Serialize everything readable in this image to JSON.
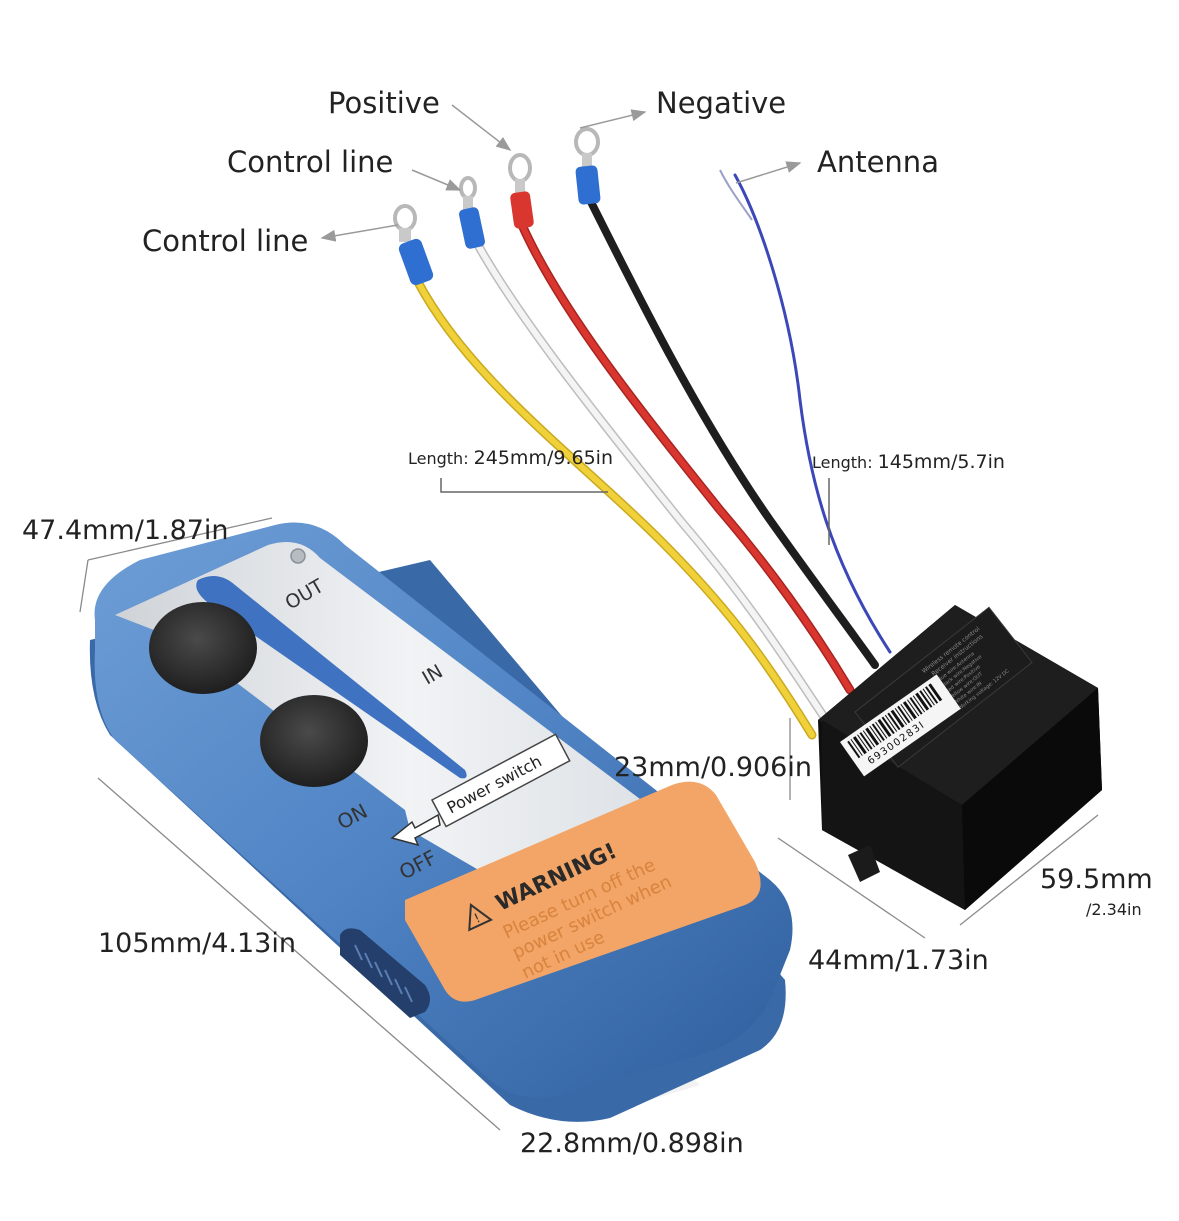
{
  "wire_labels": {
    "positive": "Positive",
    "negative": "Negative",
    "control_line_1": "Control line",
    "control_line_2": "Control line",
    "antenna": "Antenna"
  },
  "lengths": {
    "prefix": "Length:",
    "main_wires": "245mm/9.65in",
    "antenna_wire": "145mm/5.7in"
  },
  "dimensions": {
    "remote_width": "47.4mm/1.87in",
    "remote_length": "105mm/4.13in",
    "remote_thickness": "22.8mm/0.898in",
    "receiver_height": "23mm/0.906in",
    "receiver_length_mm": "59.5mm",
    "receiver_length_in": "/2.34in",
    "receiver_width": "44mm/1.73in"
  },
  "remote": {
    "out_label": "OUT",
    "in_label": "IN",
    "on_label": "ON",
    "off_label": "OFF",
    "power_switch_label": "Power switch",
    "warning_title": "WARNING!",
    "warning_line_1": "Please turn off the",
    "warning_line_2": "power switch when",
    "warning_line_3": "not in use"
  },
  "receiver": {
    "sticker_lines": [
      "Wireless remote control",
      "Receiver instructions",
      "Blue wire:Antenna",
      "Black wire:Negative",
      "Red wire:Positive",
      "Yellow wire:OUT",
      "White wire:IN",
      "Working voltage: 12V DC"
    ],
    "barcode_number": "69300283I"
  },
  "colors": {
    "wire_yellow": "#f1d13a",
    "wire_white": "#ececec",
    "wire_red": "#d8362f",
    "wire_black": "#1e1e1e",
    "wire_blue": "#3d48b8",
    "remote_blue": "#4f83c4",
    "faceplate_silver": "#e3e6ea",
    "warning_orange": "#f2a566",
    "receiver_black": "#1b1b1b"
  }
}
